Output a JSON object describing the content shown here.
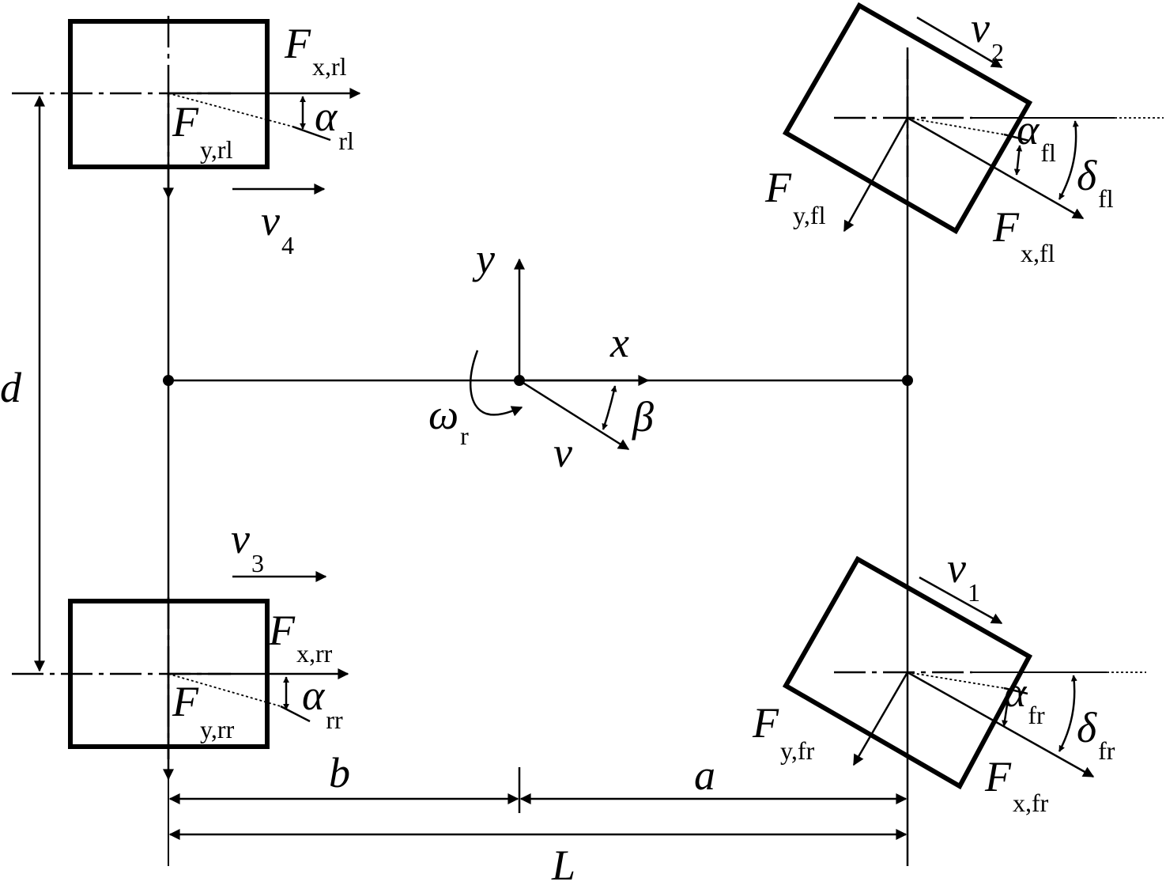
{
  "labels": {
    "fx_rl": {
      "main": "F",
      "sub": "x,rl"
    },
    "fy_rl": {
      "main": "F",
      "sub": "y,rl"
    },
    "alpha_rl": {
      "main": "α",
      "sub": "rl"
    },
    "v4": {
      "main": "v",
      "sub": "4"
    },
    "fx_rr": {
      "main": "F",
      "sub": "x,rr"
    },
    "fy_rr": {
      "main": "F",
      "sub": "y,rr"
    },
    "alpha_rr": {
      "main": "α",
      "sub": "rr"
    },
    "v3": {
      "main": "v",
      "sub": "3"
    },
    "v2": {
      "main": "v",
      "sub": "2"
    },
    "alpha_fl": {
      "main": "α",
      "sub": "fl"
    },
    "delta_fl": {
      "main": "δ",
      "sub": "fl"
    },
    "fy_fl": {
      "main": "F",
      "sub": "y,fl"
    },
    "fx_fl": {
      "main": "F",
      "sub": "x,fl"
    },
    "v1": {
      "main": "v",
      "sub": "1"
    },
    "alpha_fr": {
      "main": "α",
      "sub": "fr"
    },
    "delta_fr": {
      "main": "δ",
      "sub": "fr"
    },
    "fy_fr": {
      "main": "F",
      "sub": "y,fr"
    },
    "fx_fr": {
      "main": "F",
      "sub": "x,fr"
    },
    "axis_y": "y",
    "axis_x": "x",
    "omega": {
      "main": "ω",
      "sub": "r"
    },
    "beta": "β",
    "v": "v",
    "d": "d",
    "b": "b",
    "a": "a",
    "L": "L"
  }
}
